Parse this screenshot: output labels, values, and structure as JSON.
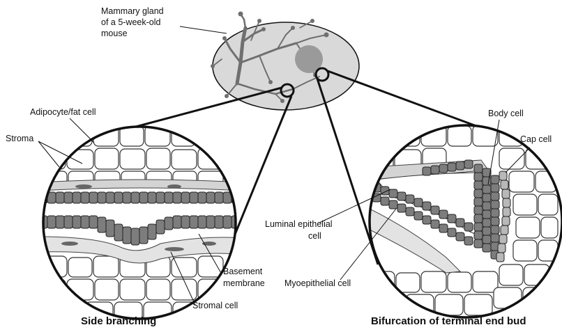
{
  "labels": {
    "gland_line1": "Mammary gland",
    "gland_line2": "of a 5-week-old",
    "gland_line3": "mouse",
    "adipocyte": "Adipocyte/fat cell",
    "stroma": "Stroma",
    "basement_line1": "Basement",
    "basement_line2": "membrane",
    "stromal_cell": "Stromal cell",
    "body_cell": "Body cell",
    "cap_cell": "Cap cell",
    "luminal_line1": "Luminal epithelial",
    "luminal_line2": "cell",
    "myoepithelial": "Myoepithelial cell"
  },
  "captions": {
    "left": "Side branching",
    "right": "Bifurcation of terminal end bud"
  },
  "colors": {
    "gland_fill": "#d9d9d9",
    "duct": "#7a7a7a",
    "bud_spot": "#9a9a9a",
    "luminal_cell": "#7d7d7d",
    "cap_cell": "#b8b8b8",
    "stroma_band": "#d4d4d4",
    "outline": "#111111"
  }
}
